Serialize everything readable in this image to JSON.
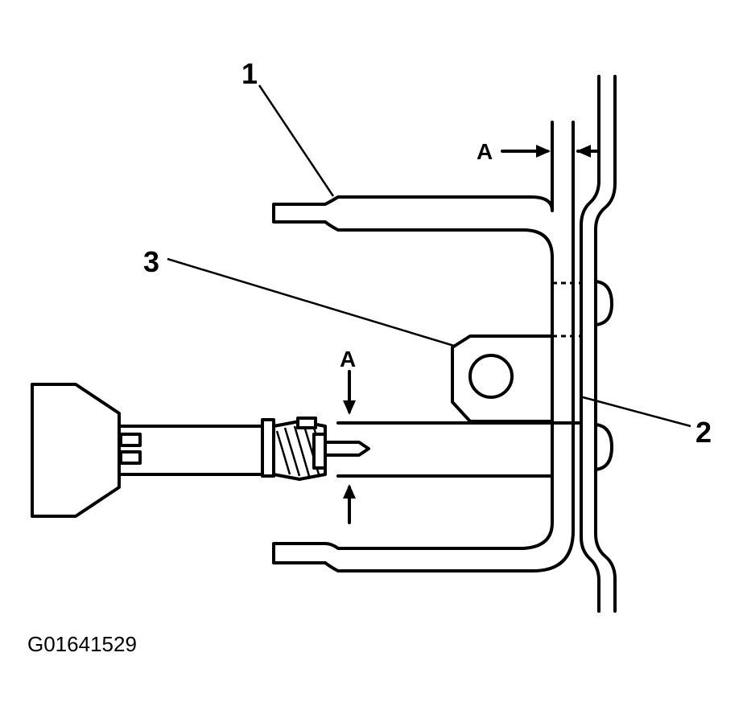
{
  "labels": {
    "part_1": "1",
    "part_2": "2",
    "part_3": "3",
    "dim_horizontal": "A",
    "dim_vertical": "A"
  },
  "figure_id": "G01641529",
  "colors": {
    "ink": "#000000",
    "paper": "#ffffff"
  }
}
